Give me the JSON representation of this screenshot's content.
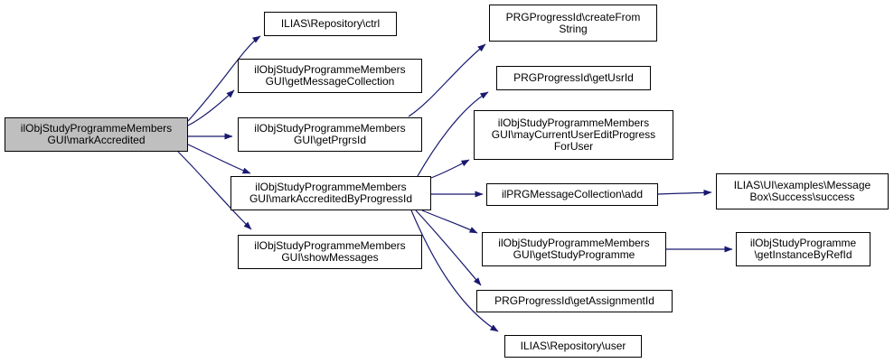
{
  "graph": {
    "type": "call-graph",
    "colors": {
      "edge": "#191970",
      "node_border": "#000000",
      "node_fill": "#ffffff",
      "root_node_fill": "#bfbfbf",
      "text": "#000000",
      "background": "#ffffff"
    },
    "nodes": [
      {
        "id": "mark-accredited",
        "root": true,
        "lines": [
          "ilObjStudyProgrammeMembers",
          "GUI\\markAccredited"
        ]
      },
      {
        "id": "ilias-repository-ctrl",
        "lines": [
          "ILIAS\\Repository\\ctrl"
        ]
      },
      {
        "id": "get-message-collection",
        "lines": [
          "ilObjStudyProgrammeMembers",
          "GUI\\getMessageCollection"
        ]
      },
      {
        "id": "get-prgrs-id",
        "lines": [
          "ilObjStudyProgrammeMembers",
          "GUI\\getPrgrsId"
        ]
      },
      {
        "id": "mark-accredited-by-progress-id",
        "lines": [
          "ilObjStudyProgrammeMembers",
          "GUI\\markAccreditedByProgressId"
        ]
      },
      {
        "id": "show-messages",
        "lines": [
          "ilObjStudyProgrammeMembers",
          "GUI\\showMessages"
        ]
      },
      {
        "id": "create-from-string",
        "lines": [
          "PRGProgressId\\createFrom",
          "String"
        ]
      },
      {
        "id": "get-usr-id",
        "lines": [
          "PRGProgressId\\getUsrId"
        ]
      },
      {
        "id": "may-current-user-edit-progress-for-user",
        "lines": [
          "ilObjStudyProgrammeMembers",
          "GUI\\mayCurrentUserEditProgress",
          "ForUser"
        ]
      },
      {
        "id": "il-prg-message-collection-add",
        "lines": [
          "ilPRGMessageCollection\\add"
        ]
      },
      {
        "id": "message-box-success",
        "lines": [
          "ILIAS\\UI\\examples\\Message",
          "Box\\Success\\success"
        ]
      },
      {
        "id": "get-study-programme",
        "lines": [
          "ilObjStudyProgrammeMembers",
          "GUI\\getStudyProgramme"
        ]
      },
      {
        "id": "get-instance-by-ref-id",
        "lines": [
          "ilObjStudyProgramme",
          "\\getInstanceByRefId"
        ]
      },
      {
        "id": "get-assignment-id",
        "lines": [
          "PRGProgressId\\getAssignmentId"
        ]
      },
      {
        "id": "ilias-repository-user",
        "lines": [
          "ILIAS\\Repository\\user"
        ]
      }
    ],
    "edges": [
      {
        "from": "mark-accredited",
        "to": "ilias-repository-ctrl"
      },
      {
        "from": "mark-accredited",
        "to": "get-message-collection"
      },
      {
        "from": "mark-accredited",
        "to": "get-prgrs-id"
      },
      {
        "from": "mark-accredited",
        "to": "mark-accredited-by-progress-id"
      },
      {
        "from": "mark-accredited",
        "to": "show-messages"
      },
      {
        "from": "get-prgrs-id",
        "to": "create-from-string"
      },
      {
        "from": "mark-accredited-by-progress-id",
        "to": "get-usr-id"
      },
      {
        "from": "mark-accredited-by-progress-id",
        "to": "may-current-user-edit-progress-for-user"
      },
      {
        "from": "mark-accredited-by-progress-id",
        "to": "il-prg-message-collection-add"
      },
      {
        "from": "mark-accredited-by-progress-id",
        "to": "get-study-programme"
      },
      {
        "from": "mark-accredited-by-progress-id",
        "to": "get-assignment-id"
      },
      {
        "from": "mark-accredited-by-progress-id",
        "to": "ilias-repository-user"
      },
      {
        "from": "il-prg-message-collection-add",
        "to": "message-box-success"
      },
      {
        "from": "get-study-programme",
        "to": "get-instance-by-ref-id"
      }
    ]
  }
}
